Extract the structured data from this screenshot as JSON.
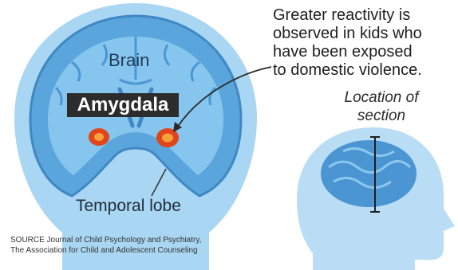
{
  "labels": {
    "brain": "Brain",
    "amygdala": "Amygdala",
    "temporal_lobe": "Temporal lobe"
  },
  "annotation": {
    "lines": [
      "Greater reactivity is",
      "observed in kids who",
      "have been exposed",
      "to domestic violence."
    ]
  },
  "location": {
    "lines": [
      "Location of",
      "section"
    ]
  },
  "source": {
    "lines": [
      "SOURCE Journal of Child Psychology and Psychiatry,",
      "The Association for Child and Adolescent Counseling"
    ]
  },
  "colors": {
    "head_fill": "#a9d6f2",
    "brain_fill": "#5aa6dc",
    "brain_light": "#86c6ee",
    "amygdala_outer": "#e0451c",
    "amygdala_inner": "#f6a23a",
    "badge_bg": "#2c2c2c",
    "silhouette_fill": "#b9ddf5",
    "small_brain": "#4a95d2"
  },
  "icons": {
    "pointer": "curved-arrow-icon"
  }
}
